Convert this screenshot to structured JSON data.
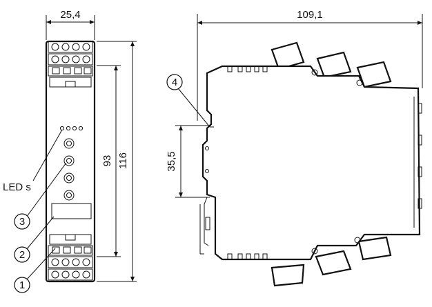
{
  "dimensions": {
    "front_width": "25,4",
    "front_height_total": "116",
    "front_height_inner": "93",
    "side_width": "109,1",
    "side_rail": "35,5"
  },
  "labels": {
    "leds": "LED s",
    "callout_1": "1",
    "callout_2": "2",
    "callout_3": "3",
    "callout_4": "4"
  }
}
